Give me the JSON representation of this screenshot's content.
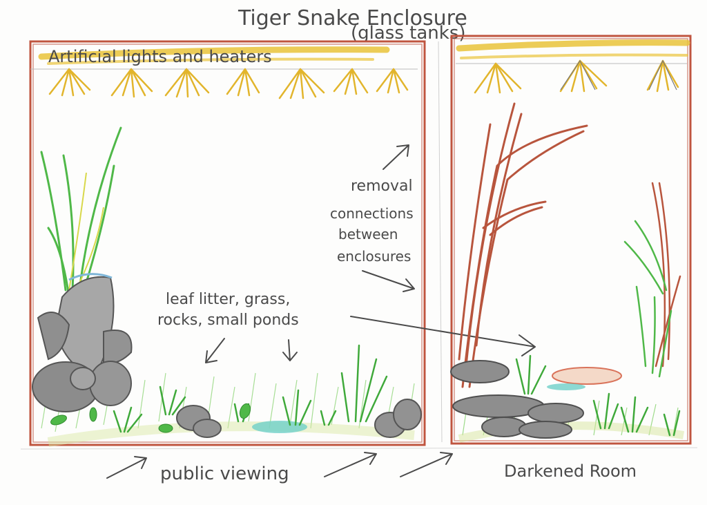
{
  "title_line1": "Tiger Snake Enclosure",
  "title_line2": "(glass tanks)",
  "lights_label": "Artificial lights and heaters",
  "connection_label": [
    "removal",
    "connections",
    "between",
    "enclosures"
  ],
  "ground_label": [
    "leaf litter, grass,",
    "rocks, small ponds"
  ],
  "public_label": "public viewing",
  "dark_label": "Darkened Room",
  "colors": {
    "tank_frame": "#c0553f",
    "lights": "#e9c33a",
    "grass": "#4fb848",
    "rock": "#8c8c8c",
    "branch": "#b8553d",
    "pond": "#6fd0c8",
    "text": "#4a4a4a"
  }
}
